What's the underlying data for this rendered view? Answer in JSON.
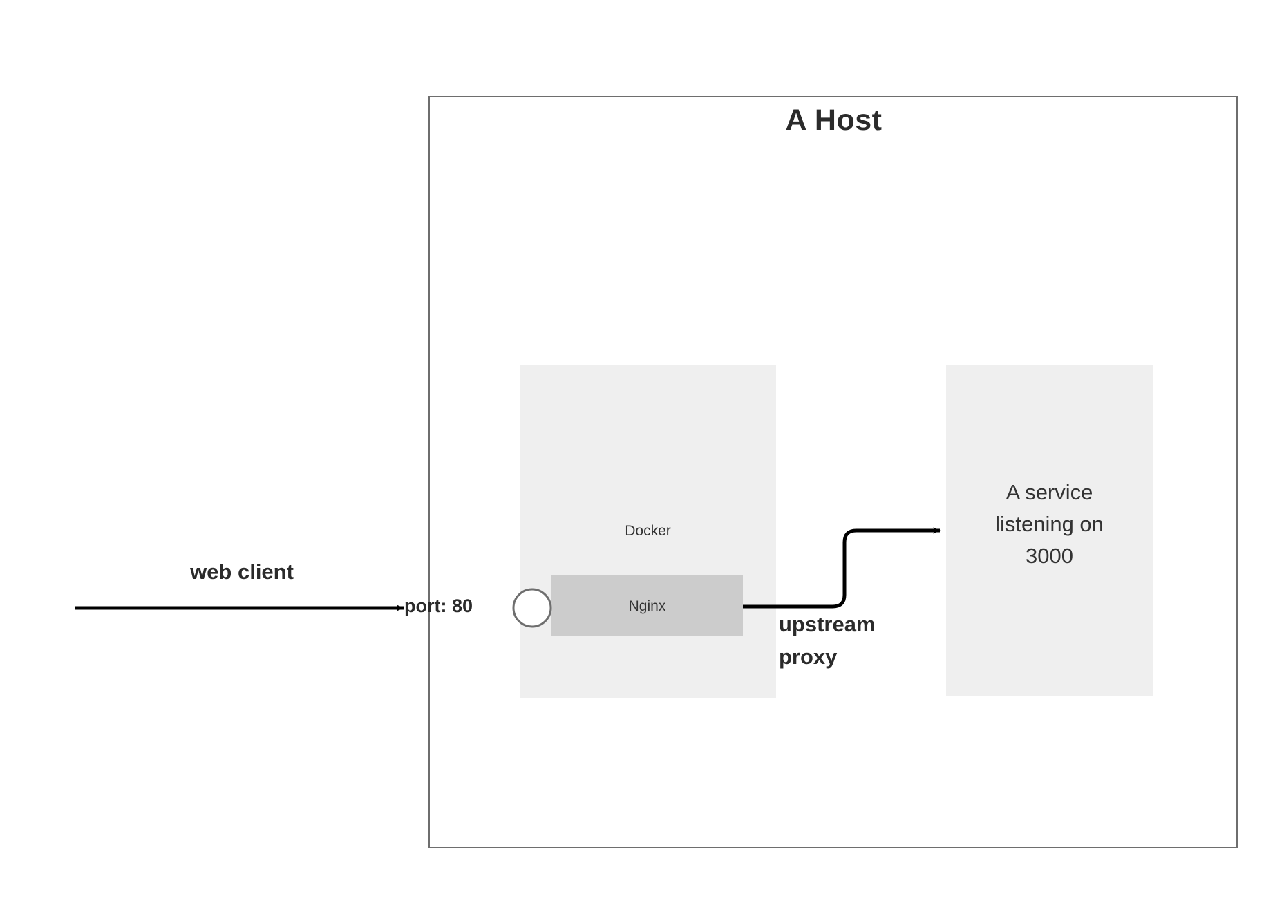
{
  "diagram": {
    "title": "A Host",
    "host_box": {
      "label": "A Host",
      "border_color": "#6e6e6e",
      "fill_color": "#ffffff"
    },
    "docker": {
      "label": "Docker",
      "fill_color": "#efefef"
    },
    "nginx": {
      "label": "Nginx",
      "fill_color": "#cccccc"
    },
    "service": {
      "line1": "A service",
      "line2": "listening on",
      "line3": "3000",
      "fill_color": "#efefef"
    },
    "client_flow": {
      "label": "web client",
      "port_label": "port: 80",
      "port_marker_fill": "#ffffff",
      "port_marker_stroke": "#6e6e6e"
    },
    "upstream_flow": {
      "line1": "upstream",
      "line2": "proxy"
    },
    "stroke_color": "#000000"
  }
}
